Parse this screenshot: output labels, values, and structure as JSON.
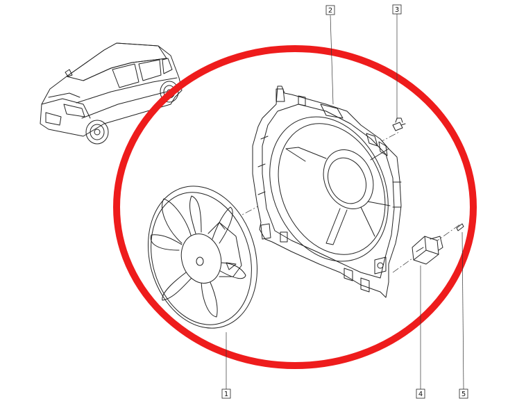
{
  "callouts": [
    {
      "label": "1"
    },
    {
      "label": "2"
    },
    {
      "label": "3"
    },
    {
      "label": "4"
    },
    {
      "label": "5"
    }
  ],
  "colors": {
    "highlight_ring": "#ee1c1c",
    "line": "#222222",
    "background": "#ffffff"
  },
  "icons": {
    "vehicle": "hatchback-car-icon",
    "fan": "cooling-fan-icon",
    "shroud": "fan-shroud-icon",
    "bolt": "bolt-icon",
    "connector": "electrical-connector-icon",
    "pin": "pin-icon"
  }
}
